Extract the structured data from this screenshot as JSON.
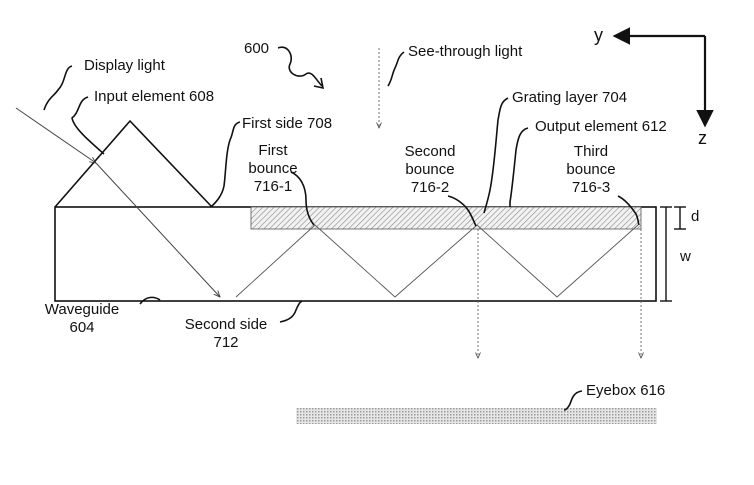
{
  "figure_number": "600",
  "labels": {
    "display_light": "Display light",
    "input_element": "Input element 608",
    "see_through_light": "See-through light",
    "grating_layer": "Grating layer 704",
    "output_element": "Output element 612",
    "first_side": "First side 708",
    "first_bounce": [
      "First",
      "bounce",
      "716-1"
    ],
    "second_bounce": [
      "Second",
      "bounce",
      "716-2"
    ],
    "third_bounce": [
      "Third",
      "bounce",
      "716-3"
    ],
    "waveguide": [
      "Waveguide",
      "604"
    ],
    "second_side": [
      "Second side",
      "712"
    ],
    "eyebox": "Eyebox 616",
    "dim_d": "d",
    "dim_w": "w"
  },
  "axes": {
    "y": "y",
    "z": "z"
  }
}
